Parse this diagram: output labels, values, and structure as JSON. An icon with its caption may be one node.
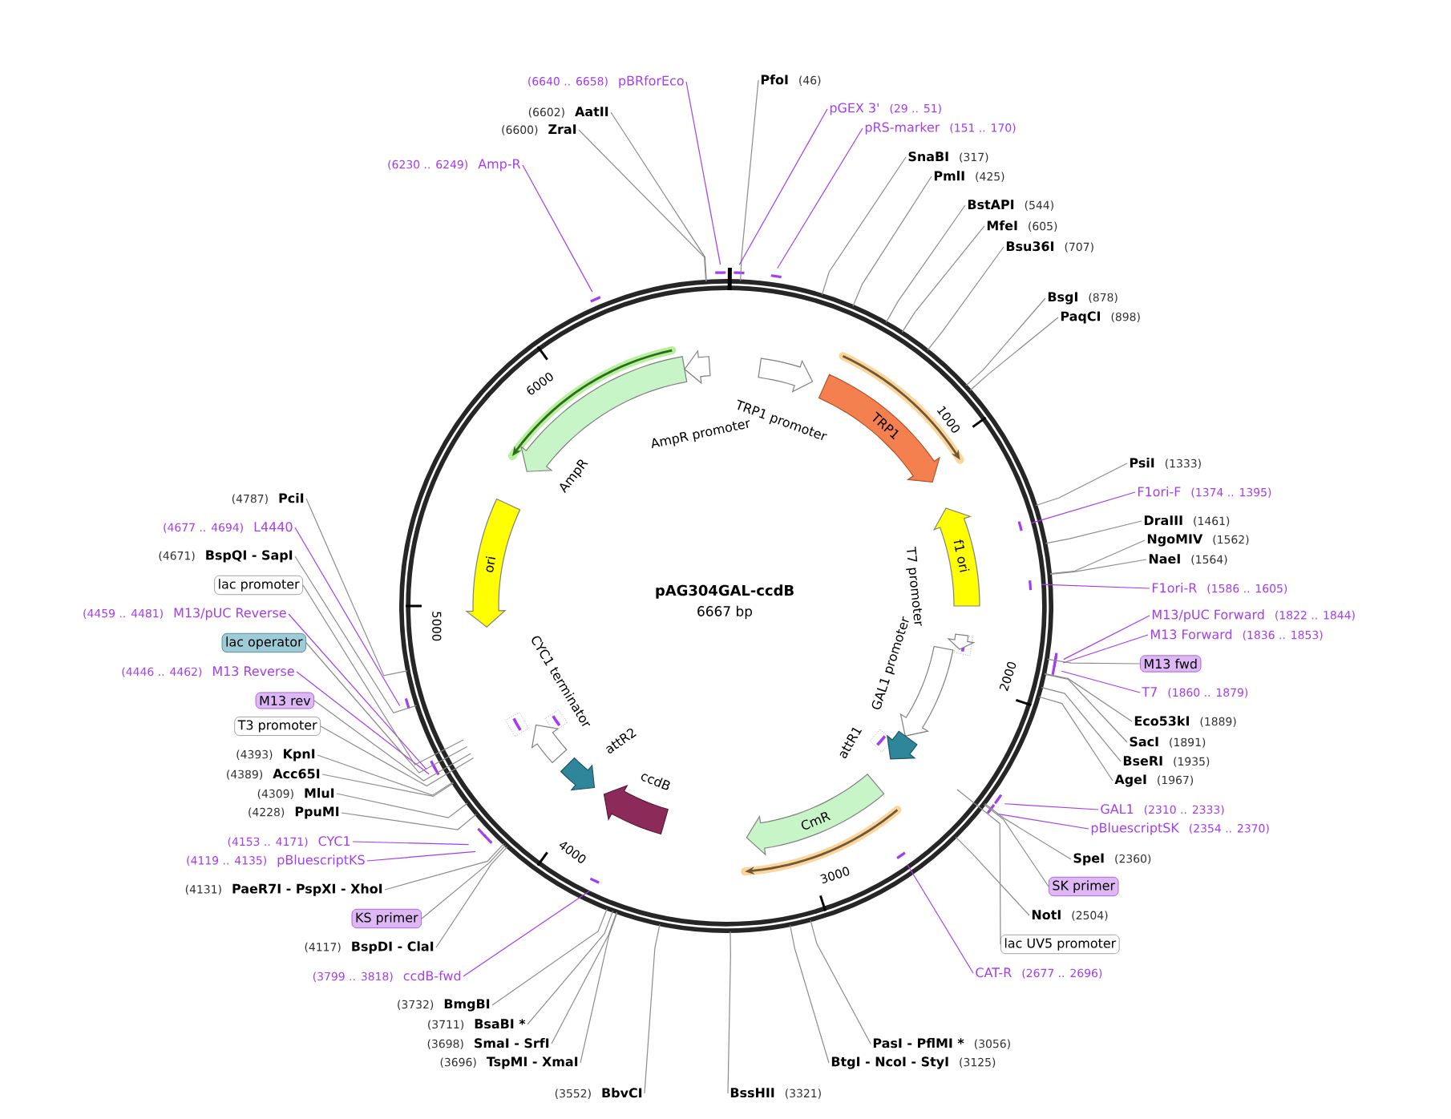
{
  "diagram": {
    "title": "pAG304GAL-ccdB",
    "nodes": [
      {
        "text": [
          "PfoI",
          "(46)"
        ]
      },
      {
        "text": [
          "pGEX 3'",
          "(29 .. 51)"
        ]
      },
      {
        "text": [
          "pRS-marker",
          "(151 .. 170)"
        ]
      },
      {
        "text": [
          "SnaBI",
          "(317)"
        ]
      },
      {
        "text": [
          "PmlI",
          "(425)"
        ]
      },
      {
        "text": [
          "BstAPI",
          "(544)"
        ]
      },
      {
        "text": [
          "MfeI",
          "(605)"
        ]
      },
      {
        "text": [
          "Bsu36I",
          "(707)"
        ]
      },
      {
        "text": [
          "BsgI",
          "(878)"
        ]
      },
      {
        "text": [
          "PaqCI",
          "(898)"
        ]
      },
      {
        "text": [
          "PsiI",
          "(1333)"
        ]
      },
      {
        "text": [
          "F1ori-F",
          "(1374 .. 1395)"
        ]
      },
      {
        "text": [
          "DraIII",
          "(1461)"
        ]
      },
      {
        "text": [
          "NgoMIV",
          "(1562)"
        ]
      },
      {
        "text": [
          "NaeI",
          "(1564)"
        ]
      },
      {
        "text": [
          "F1ori-R",
          "(1586 .. 1605)"
        ]
      },
      {
        "text": [
          "M13/pUC Forward",
          "(1822 .. 1844)"
        ]
      },
      {
        "text": [
          "M13 Forward",
          "(1836 .. 1853)"
        ]
      },
      {
        "text": [
          "M13 fwd"
        ]
      },
      {
        "text": [
          "T7",
          "(1860 .. 1879)"
        ]
      },
      {
        "text": [
          "Eco53kI",
          "(1889)"
        ]
      },
      {
        "text": [
          "SacI",
          "(1891)"
        ]
      },
      {
        "text": [
          "BseRI",
          "(1935)"
        ]
      },
      {
        "text": [
          "AgeI",
          "(1967)"
        ]
      },
      {
        "text": [
          "GAL1",
          "(2310 .. 2333)"
        ]
      },
      {
        "text": [
          "pBluescriptSK",
          "(2354 .. 2370)"
        ]
      },
      {
        "text": [
          "SpeI",
          "(2360)"
        ]
      },
      {
        "text": [
          "SK primer"
        ]
      },
      {
        "text": [
          "NotI",
          "(2504)"
        ]
      },
      {
        "text": [
          "lac UV5 promoter"
        ]
      },
      {
        "text": [
          "CAT-R",
          "(2677 .. 2696)"
        ]
      },
      {
        "text": [
          "PasI - PflMI *",
          "(3056)"
        ]
      },
      {
        "text": [
          "BtgI - NcoI - StyI",
          "(3125)"
        ]
      },
      {
        "text": [
          "BssHII",
          "(3321)"
        ]
      },
      {
        "text": [
          "(3552)",
          "BbvCI"
        ]
      },
      {
        "text": [
          "(3696)",
          "TspMI - XmaI"
        ]
      },
      {
        "text": [
          "(3698)",
          "SmaI - SrfI"
        ]
      },
      {
        "text": [
          "(3711)",
          "BsaBI *"
        ]
      },
      {
        "text": [
          "(3732)",
          "BmgBI"
        ]
      },
      {
        "text": [
          "(3799 .. 3818)",
          "ccdB-fwd"
        ]
      },
      {
        "text": [
          "(4117)",
          "BspDI - ClaI"
        ]
      },
      {
        "text": [
          "KS primer"
        ]
      },
      {
        "text": [
          "(4131)",
          "PaeR7I - PspXI - XhoI"
        ]
      },
      {
        "text": [
          "(4119 .. 4135)",
          "pBluescriptKS"
        ]
      },
      {
        "text": [
          "(4153 .. 4171)",
          "CYC1"
        ]
      },
      {
        "text": [
          "(4228)",
          "PpuMI"
        ]
      },
      {
        "text": [
          "(4309)",
          "MluI"
        ]
      },
      {
        "text": [
          "(4389)",
          "Acc65I"
        ]
      },
      {
        "text": [
          "(4393)",
          "KpnI"
        ]
      },
      {
        "text": [
          "T3 promoter"
        ]
      },
      {
        "text": [
          "M13 rev"
        ]
      },
      {
        "text": [
          "(4446 .. 4462)",
          "M13 Reverse"
        ]
      },
      {
        "text": [
          "lac operator"
        ]
      },
      {
        "text": [
          "(4459 .. 4481)",
          "M13/pUC Reverse"
        ]
      },
      {
        "text": [
          "lac promoter"
        ]
      },
      {
        "text": [
          "(4671)",
          "BspQI - SapI"
        ]
      },
      {
        "text": [
          "(4677 .. 4694)",
          "L4440"
        ]
      },
      {
        "text": [
          "(4787)",
          "PciI"
        ]
      },
      {
        "text": [
          "(6230 .. 6249)",
          "Amp-R"
        ]
      },
      {
        "text": [
          "(6600)",
          "ZraI"
        ]
      },
      {
        "text": [
          "(6602)",
          "AatII"
        ]
      },
      {
        "text": [
          "(6640 .. 6658)",
          "pBRforEco"
        ]
      },
      {
        "text": [
          "TRP1 promoter"
        ]
      },
      {
        "text": [
          "TRP1"
        ]
      },
      {
        "text": [
          "f1 ori"
        ]
      },
      {
        "text": [
          "T7 promoter"
        ]
      },
      {
        "text": [
          "GAL1 promoter"
        ]
      },
      {
        "text": [
          "attR1"
        ]
      },
      {
        "text": [
          "CmR"
        ]
      },
      {
        "text": [
          "ccdB"
        ]
      },
      {
        "text": [
          "attR2"
        ]
      },
      {
        "text": [
          "CYC1 terminator"
        ]
      },
      {
        "text": [
          "ori"
        ]
      },
      {
        "text": [
          "AmpR"
        ]
      },
      {
        "text": [
          "AmpR promoter"
        ]
      }
    ],
    "edges": [
      {
        "from": 0,
        "to": null,
        "arrow": "none"
      },
      {
        "from": 1,
        "to": null,
        "arrow": "none",
        "color": "#a43cf0"
      },
      {
        "from": 2,
        "to": null,
        "arrow": "none",
        "color": "#a43cf0"
      },
      {
        "from": 3,
        "to": null,
        "arrow": "none"
      },
      {
        "from": 4,
        "to": null,
        "arrow": "none"
      },
      {
        "from": 5,
        "to": null,
        "arrow": "none"
      },
      {
        "from": 6,
        "to": null,
        "arrow": "none"
      },
      {
        "from": 7,
        "to": null,
        "arrow": "none"
      },
      {
        "from": 8,
        "to": null,
        "arrow": "none"
      },
      {
        "from": 9,
        "to": null,
        "arrow": "none"
      },
      {
        "from": 10,
        "to": null,
        "arrow": "none"
      },
      {
        "from": 11,
        "to": null,
        "arrow": "none",
        "color": "#a43cf0"
      },
      {
        "from": 12,
        "to": null,
        "arrow": "none"
      },
      {
        "from": 13,
        "to": null,
        "arrow": "none"
      },
      {
        "from": 14,
        "to": null,
        "arrow": "none"
      },
      {
        "from": 15,
        "to": null,
        "arrow": "none",
        "color": "#a43cf0"
      },
      {
        "from": 16,
        "to": null,
        "arrow": "none",
        "color": "#a43cf0"
      },
      {
        "from": 17,
        "to": null,
        "arrow": "none",
        "color": "#a43cf0"
      },
      {
        "from": 18,
        "to": null,
        "arrow": "none"
      },
      {
        "from": 19,
        "to": null,
        "arrow": "none",
        "color": "#a43cf0"
      },
      {
        "from": 20,
        "to": null,
        "arrow": "none"
      },
      {
        "from": 21,
        "to": null,
        "arrow": "none"
      },
      {
        "from": 22,
        "to": null,
        "arrow": "none"
      },
      {
        "from": 23,
        "to": null,
        "arrow": "none"
      },
      {
        "from": 24,
        "to": null,
        "arrow": "none",
        "color": "#a43cf0"
      },
      {
        "from": 25,
        "to": null,
        "arrow": "none",
        "color": "#a43cf0"
      },
      {
        "from": 26,
        "to": null,
        "arrow": "none"
      },
      {
        "from": 27,
        "to": null,
        "arrow": "none"
      },
      {
        "from": 28,
        "to": null,
        "arrow": "none"
      },
      {
        "from": 29,
        "to": null,
        "arrow": "none"
      },
      {
        "from": 30,
        "to": null,
        "arrow": "none",
        "color": "#a43cf0"
      },
      {
        "from": 31,
        "to": null,
        "arrow": "none"
      },
      {
        "from": 32,
        "to": null,
        "arrow": "none"
      },
      {
        "from": 33,
        "to": null,
        "arrow": "none"
      },
      {
        "from": 34,
        "to": null,
        "arrow": "none"
      },
      {
        "from": 35,
        "to": null,
        "arrow": "none"
      },
      {
        "from": 36,
        "to": null,
        "arrow": "none"
      },
      {
        "from": 37,
        "to": null,
        "arrow": "none"
      },
      {
        "from": 38,
        "to": null,
        "arrow": "none"
      },
      {
        "from": 39,
        "to": null,
        "arrow": "none",
        "color": "#a43cf0"
      },
      {
        "from": 40,
        "to": null,
        "arrow": "none"
      },
      {
        "from": 41,
        "to": null,
        "arrow": "none"
      },
      {
        "from": 42,
        "to": null,
        "arrow": "none"
      },
      {
        "from": 43,
        "to": null,
        "arrow": "none",
        "color": "#a43cf0"
      },
      {
        "from": 44,
        "to": null,
        "arrow": "none",
        "color": "#a43cf0"
      },
      {
        "from": 45,
        "to": null,
        "arrow": "none"
      },
      {
        "from": 46,
        "to": null,
        "arrow": "none"
      },
      {
        "from": 47,
        "to": null,
        "arrow": "none"
      },
      {
        "from": 48,
        "to": null,
        "arrow": "none"
      },
      {
        "from": 49,
        "to": null,
        "arrow": "none"
      },
      {
        "from": 50,
        "to": null,
        "arrow": "none"
      },
      {
        "from": 51,
        "to": null,
        "arrow": "none",
        "color": "#a43cf0"
      },
      {
        "from": 52,
        "to": null,
        "arrow": "none"
      },
      {
        "from": 53,
        "to": null,
        "arrow": "none",
        "color": "#a43cf0"
      },
      {
        "from": 54,
        "to": null,
        "arrow": "none"
      },
      {
        "from": 55,
        "to": null,
        "arrow": "none"
      },
      {
        "from": 56,
        "to": null,
        "arrow": "none",
        "color": "#a43cf0"
      },
      {
        "from": 57,
        "to": null,
        "arrow": "none"
      },
      {
        "from": 58,
        "to": null,
        "arrow": "none",
        "color": "#a43cf0"
      },
      {
        "from": 59,
        "to": null,
        "arrow": "none"
      },
      {
        "from": 60,
        "to": null,
        "arrow": "none"
      },
      {
        "from": 61,
        "to": null,
        "arrow": "none",
        "color": "#a43cf0"
      }
    ],
    "labels": [
      "6667 bp",
      "1000",
      "2000",
      "3000",
      "4000",
      "5000",
      "6000"
    ]
  }
}
